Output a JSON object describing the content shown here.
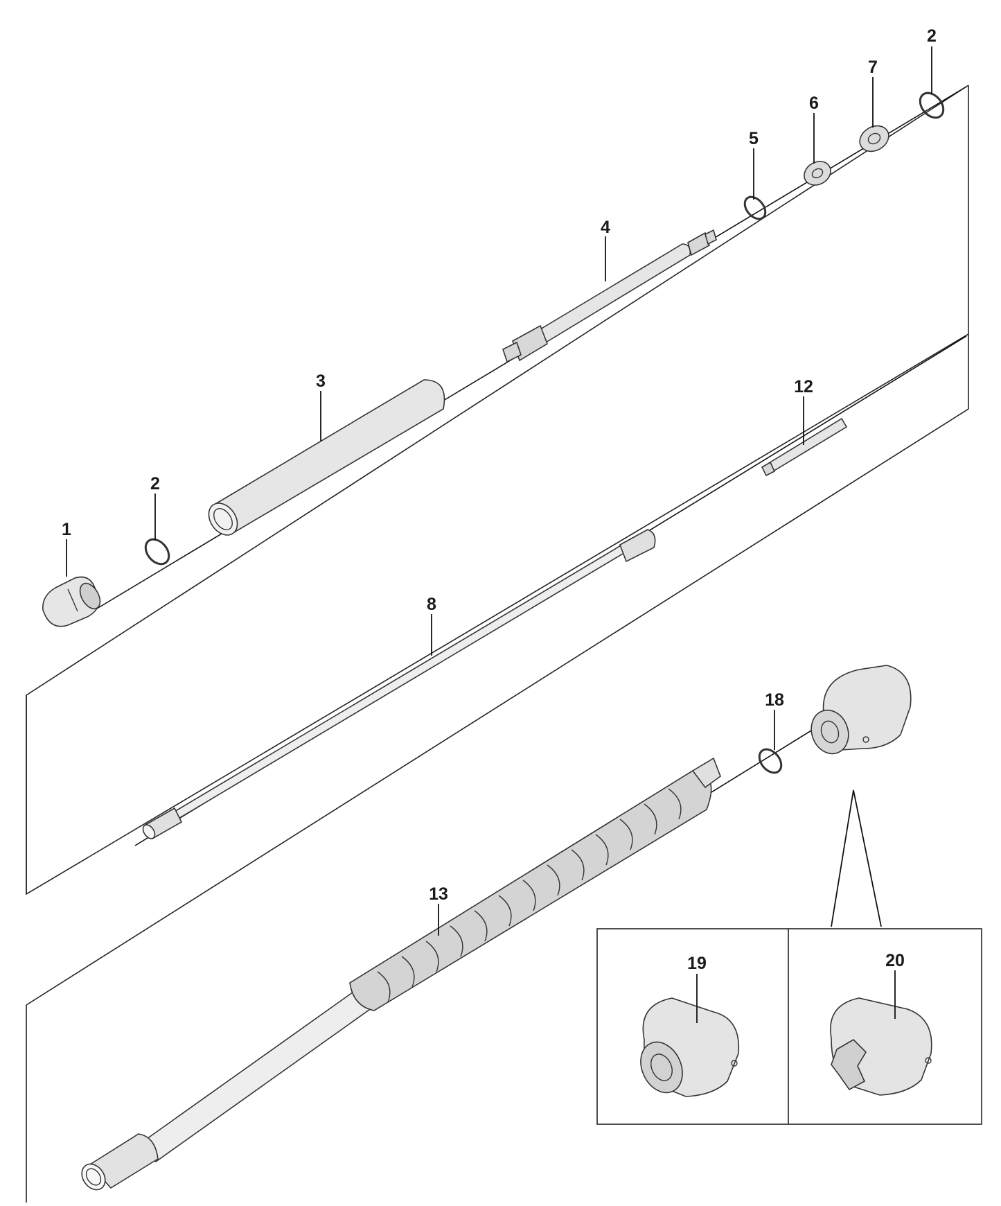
{
  "diagram": {
    "colors": {
      "line": "#111111",
      "part_fill": "#e6e6e6",
      "part_shade": "#c9c9c9",
      "background": "#ffffff"
    },
    "parts": [
      {
        "id": "p1",
        "label": "1",
        "icon": "end-cap-icon"
      },
      {
        "id": "p2a",
        "label": "2",
        "icon": "o-ring-icon"
      },
      {
        "id": "p3",
        "label": "3",
        "icon": "tube-icon"
      },
      {
        "id": "p4",
        "label": "4",
        "icon": "shaft-icon"
      },
      {
        "id": "p5",
        "label": "5",
        "icon": "washer-icon"
      },
      {
        "id": "p6",
        "label": "6",
        "icon": "bearing-icon"
      },
      {
        "id": "p7",
        "label": "7",
        "icon": "bearing-icon"
      },
      {
        "id": "p2b",
        "label": "2",
        "icon": "o-ring-icon"
      },
      {
        "id": "p8",
        "label": "8",
        "icon": "drive-shaft-icon"
      },
      {
        "id": "p12",
        "label": "12",
        "icon": "shaft-icon"
      },
      {
        "id": "p13",
        "label": "13",
        "icon": "flex-hose-icon"
      },
      {
        "id": "p18",
        "label": "18",
        "icon": "o-ring-icon"
      },
      {
        "id": "p19",
        "label": "19",
        "icon": "coupling-icon"
      },
      {
        "id": "p20",
        "label": "20",
        "icon": "coupling-icon"
      }
    ]
  }
}
